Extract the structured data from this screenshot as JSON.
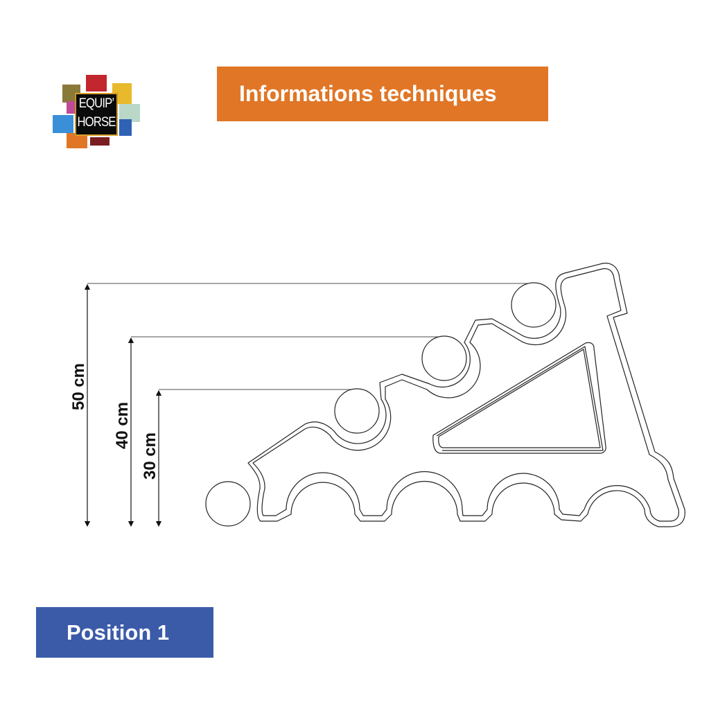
{
  "logo": {
    "line1": "EQUIP’",
    "line2": "HORSE",
    "colors": [
      "#8a7a3a",
      "#c2262e",
      "#e8b92a",
      "#c04a9a",
      "#3b8fd8",
      "#b9d8c8",
      "#2f62b5",
      "#e07626",
      "#7a1e22"
    ]
  },
  "header": {
    "title": "Informations techniques",
    "color": "#e07626"
  },
  "dimensions": {
    "levels_cm": [
      50,
      40,
      30
    ],
    "labels": [
      "50 cm",
      "40 cm",
      "30 cm"
    ]
  },
  "footer": {
    "position_label": "Position 1",
    "color": "#3b5ba9"
  }
}
